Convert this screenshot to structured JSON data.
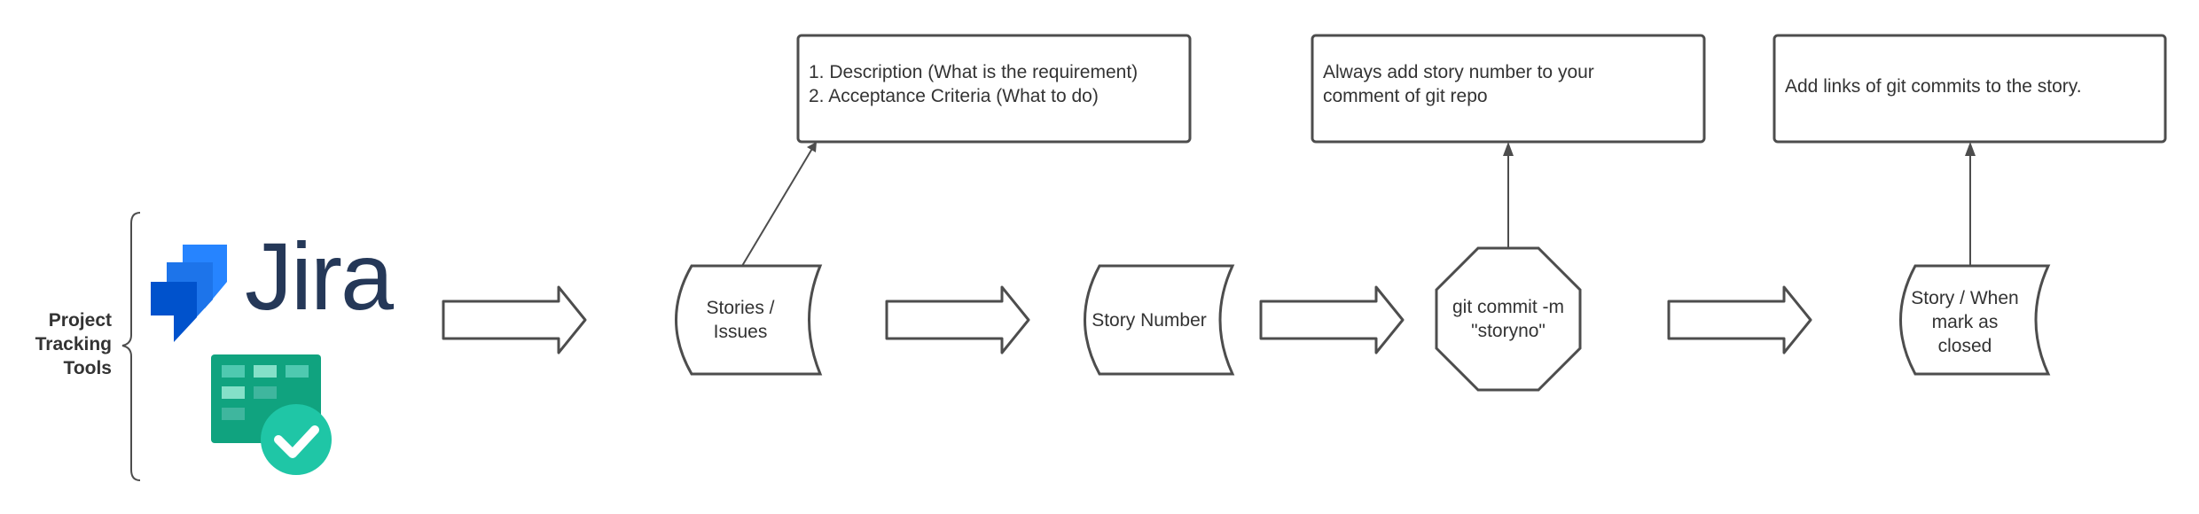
{
  "left_group": {
    "label": "Project\nTracking\nTools",
    "brand_text": "Jira"
  },
  "flow": {
    "stories": "Stories /\nIssues",
    "story_number": "Story Number",
    "commit": "git commit -m\n\"storyno\"",
    "close": "Story / When\nmark as\nclosed"
  },
  "notes": {
    "stories_note": "1. Description (What is the requirement)\n2. Acceptance Criteria (What to do)",
    "commit_note": "Always add story number to your\ncomment of git repo",
    "close_note": "Add links of git commits to the story."
  },
  "colors": {
    "stroke": "#4d4d4d",
    "text": "#333333",
    "jira_blue": "#2684ff",
    "jira_text": "#253858",
    "board_green": "#10a37f"
  }
}
